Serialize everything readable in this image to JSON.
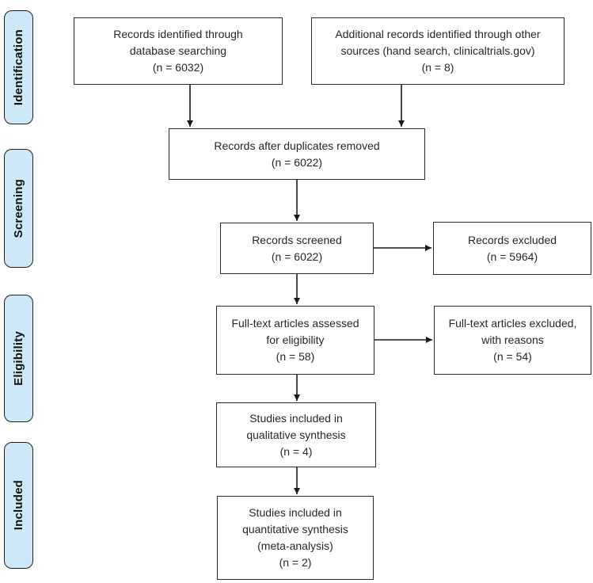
{
  "colors": {
    "stage_fill": "#cde9f7",
    "stage_border": "#1f1f1f",
    "box_border": "#2b2b2b",
    "arrow": "#1a1a1a",
    "text": "#262626",
    "background": "#ffffff"
  },
  "stages": [
    {
      "label": "Identification"
    },
    {
      "label": "Screening"
    },
    {
      "label": "Eligibility"
    },
    {
      "label": "Included"
    }
  ],
  "boxes": {
    "database_search": {
      "text": "Records identified through\ndatabase searching\n(n = 6032)",
      "n": 6032
    },
    "other_sources": {
      "text": "Additional records identified through other\nsources (hand search, clinicaltrials.gov)\n(n = 8)",
      "n": 8
    },
    "duplicates_removed": {
      "text": "Records after duplicates removed\n(n = 6022)",
      "n": 6022
    },
    "screened": {
      "text": "Records screened\n(n = 6022)",
      "n": 6022
    },
    "records_excluded": {
      "text": "Records excluded\n(n = 5964)",
      "n": 5964
    },
    "fulltext_assessed": {
      "text": "Full-text articles assessed\nfor eligibility\n(n = 58)",
      "n": 58
    },
    "fulltext_excluded": {
      "text": "Full-text articles excluded,\nwith reasons\n(n = 54)",
      "n": 54
    },
    "qualitative_synthesis": {
      "text": "Studies included in\nqualitative synthesis\n(n = 4)",
      "n": 4
    },
    "quantitative_synthesis": {
      "text": "Studies included in\nquantitative synthesis\n(meta-analysis)\n(n = 2)",
      "n": 2
    }
  }
}
